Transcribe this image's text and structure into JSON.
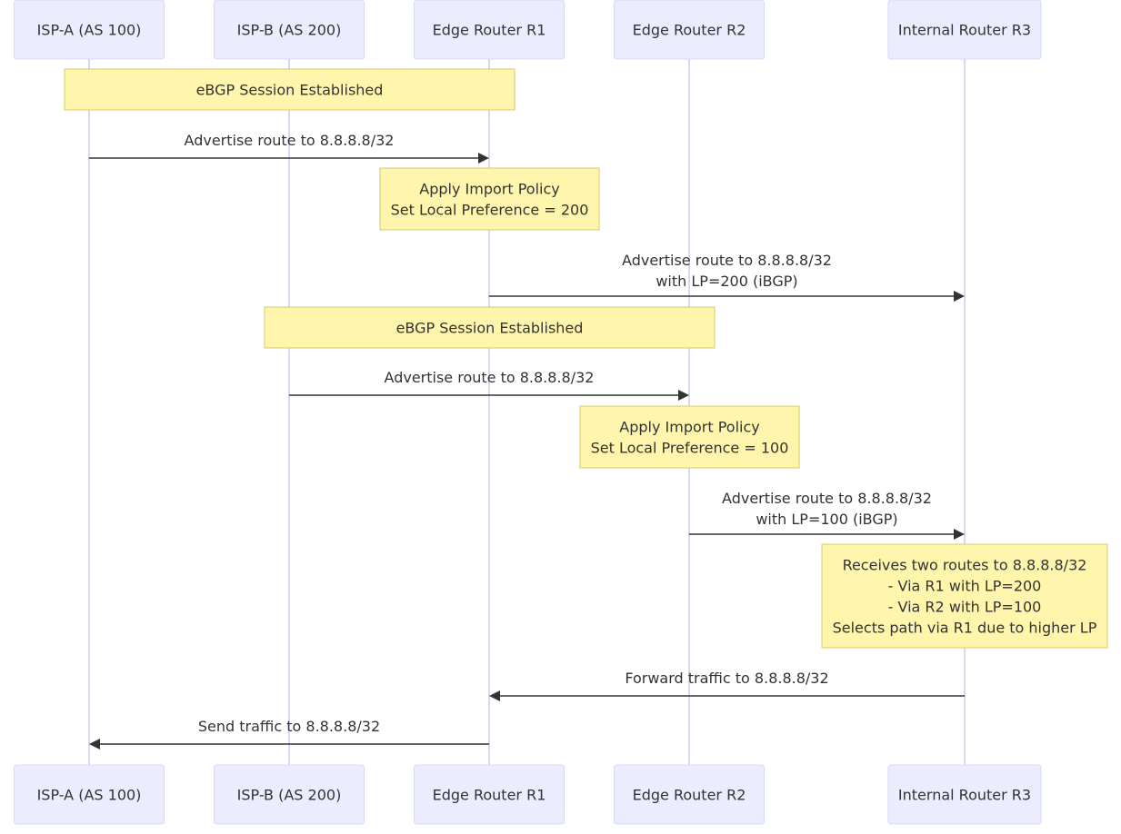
{
  "actors": [
    {
      "id": "ispa",
      "label": "ISP-A (AS 100)"
    },
    {
      "id": "ispb",
      "label": "ISP-B (AS 200)"
    },
    {
      "id": "r1",
      "label": "Edge Router R1"
    },
    {
      "id": "r2",
      "label": "Edge Router R2"
    },
    {
      "id": "r3",
      "label": "Internal Router R3"
    }
  ],
  "notes": [
    {
      "lines": [
        "eBGP Session Established"
      ]
    },
    {
      "lines": [
        "Apply Import Policy",
        "Set Local Preference = 200"
      ]
    },
    {
      "lines": [
        "eBGP Session Established"
      ]
    },
    {
      "lines": [
        "Apply Import Policy",
        "Set Local Preference = 100"
      ]
    },
    {
      "lines": [
        "Receives two routes to 8.8.8.8/32",
        "- Via R1 with LP=200",
        "- Via R2 with LP=100",
        "Selects path via R1 due to higher LP"
      ]
    }
  ],
  "messages": [
    {
      "from": "ispa",
      "to": "r1",
      "lines": [
        "Advertise route to 8.8.8.8/32"
      ]
    },
    {
      "from": "r1",
      "to": "r3",
      "lines": [
        "Advertise route to 8.8.8.8/32",
        "with LP=200 (iBGP)"
      ]
    },
    {
      "from": "ispb",
      "to": "r2",
      "lines": [
        "Advertise route to 8.8.8.8/32"
      ]
    },
    {
      "from": "r2",
      "to": "r3",
      "lines": [
        "Advertise route to 8.8.8.8/32",
        "with LP=100 (iBGP)"
      ]
    },
    {
      "from": "r3",
      "to": "r1",
      "lines": [
        "Forward traffic to 8.8.8.8/32"
      ]
    },
    {
      "from": "r1",
      "to": "ispa",
      "lines": [
        "Send traffic to 8.8.8.8/32"
      ]
    }
  ]
}
